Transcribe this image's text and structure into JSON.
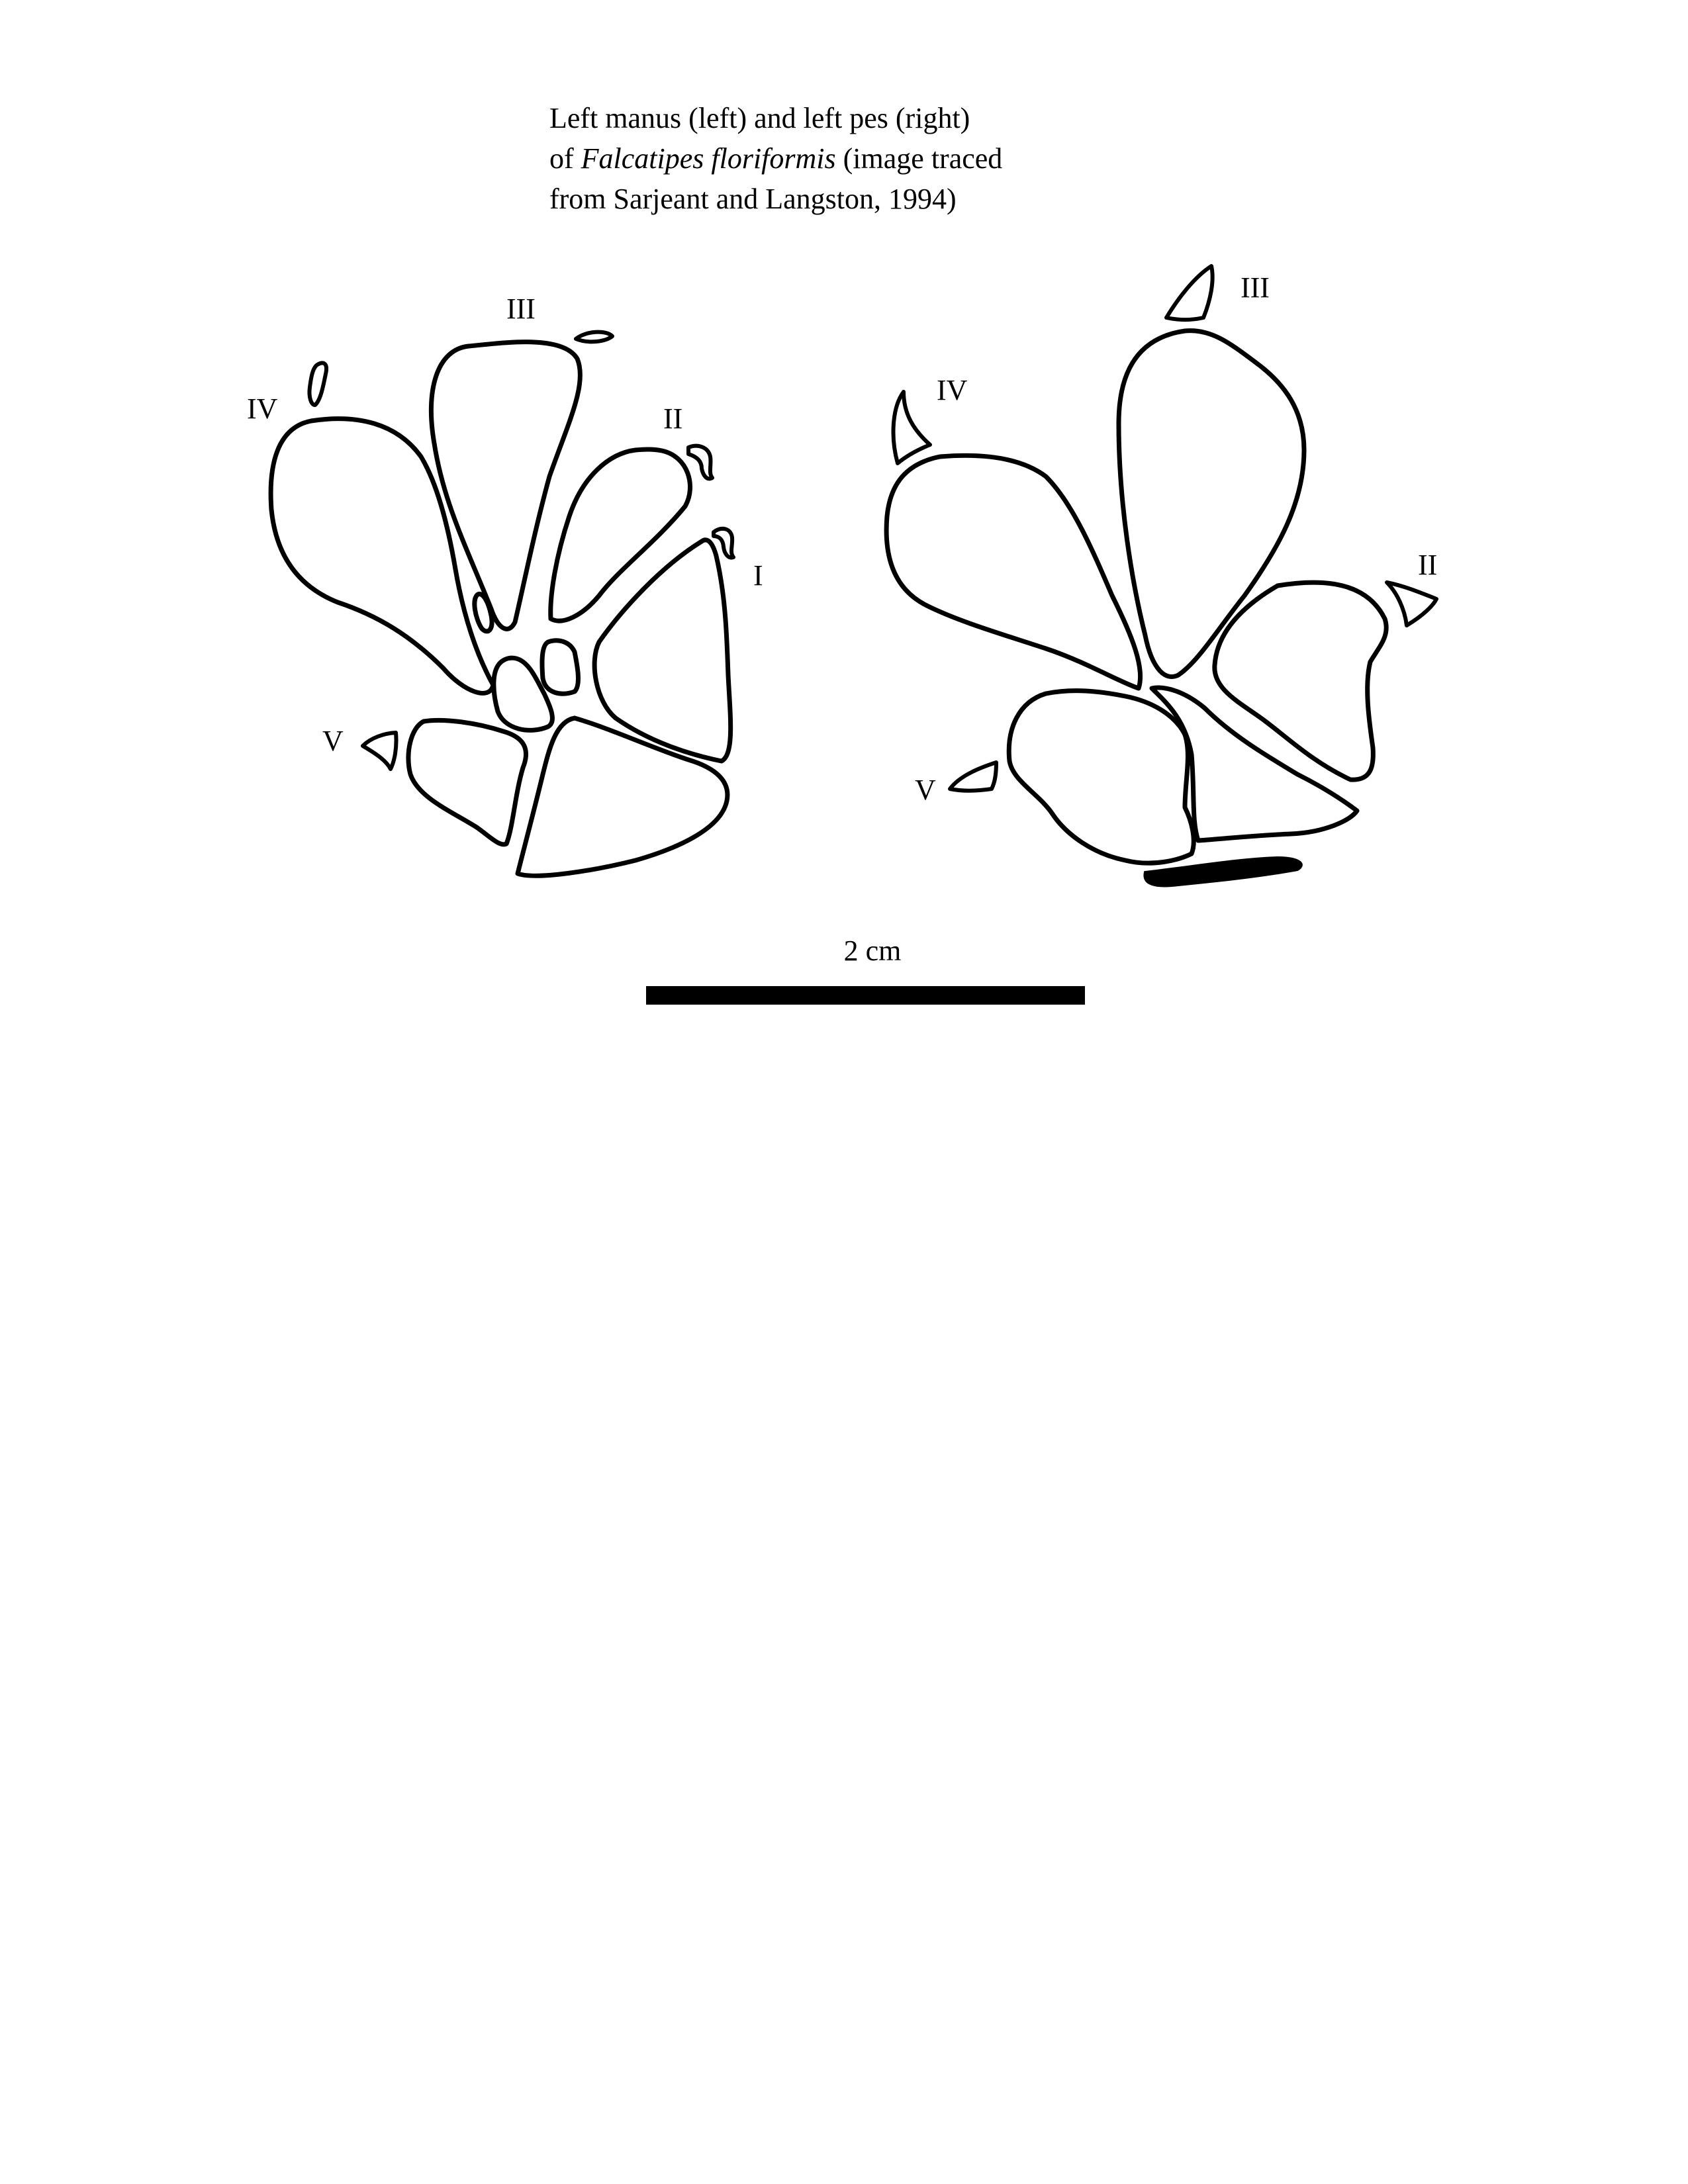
{
  "caption": {
    "line1": "Left manus (left) and left pes (right)",
    "line2_prefix": "of ",
    "line2_italic": "Falcatipes floriformis",
    "line2_suffix": " (image traced",
    "line3": "from Sarjeant and Langston, 1994)"
  },
  "manus": {
    "digit_labels": {
      "I": "I",
      "II": "II",
      "III": "III",
      "IV": "IV",
      "V": "V"
    }
  },
  "pes": {
    "digit_labels": {
      "II": "II",
      "III": "III",
      "IV": "IV",
      "V": "V"
    }
  },
  "scale_bar": {
    "label": "2 cm"
  }
}
